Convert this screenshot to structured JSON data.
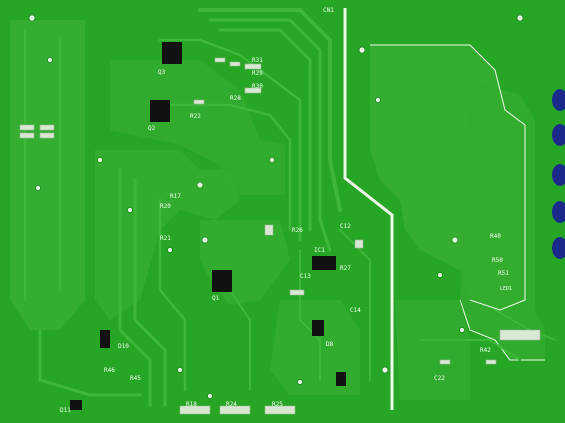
{
  "board": {
    "colors": {
      "background": "#ffffff",
      "solder_mask": "#27a625",
      "copper_pour": "#35ad30",
      "silkscreen": "#f4fff4",
      "connector_blue": "#1b2a8a"
    },
    "labels": {
      "cn1": "CN1",
      "q3": "Q3",
      "q2": "Q2",
      "q1": "Q1",
      "r31": "R31",
      "r29": "R29",
      "r30": "R30",
      "r28": "R28",
      "r22": "R22",
      "r20": "R20",
      "r21": "R21",
      "r17": "R17",
      "r18": "R18",
      "r24": "R24",
      "r25": "R25",
      "r26": "R26",
      "r27": "R27",
      "r40": "R40",
      "r42": "R42",
      "r50": "R50",
      "r51": "R51",
      "d10": "D10",
      "d11": "D11",
      "d8": "D8",
      "c12": "C12",
      "c13": "C13",
      "c14": "C14",
      "c22": "C22",
      "ic1": "IC1",
      "led": "LED1",
      "r45": "R45",
      "r46": "R46"
    }
  }
}
